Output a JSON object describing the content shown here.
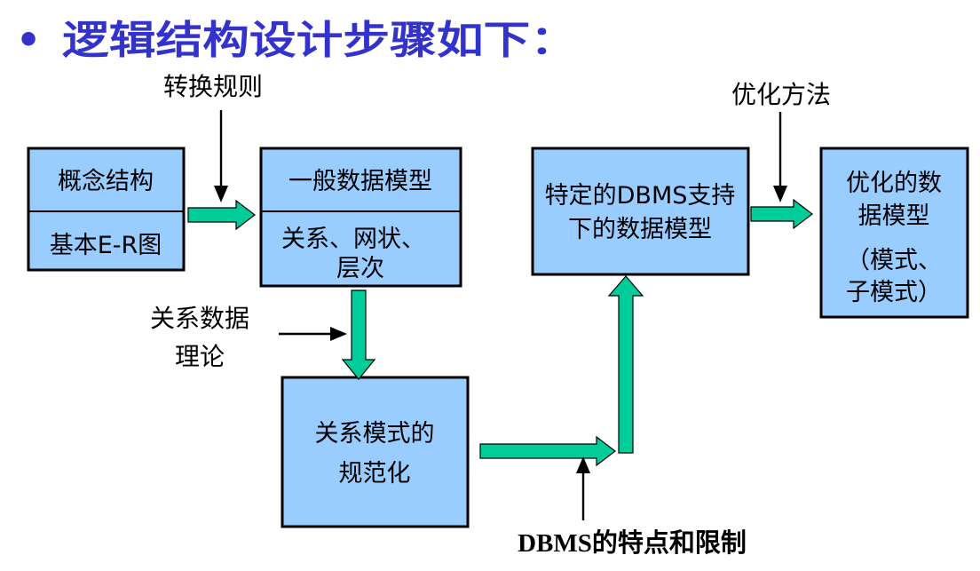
{
  "title": {
    "bullet": "•",
    "text": "逻辑结构设计步骤如下："
  },
  "labels": {
    "transform_rules": "转换规则",
    "optimize_method": "优化方法",
    "relational_theory": [
      "关系数据",
      "理论"
    ],
    "dbms_features": "DBMS的特点和限制"
  },
  "boxes": {
    "concept": {
      "top": "概念结构",
      "bottom": "基本E-R图"
    },
    "general": {
      "top": "一般数据模型",
      "bottom": [
        "关系、网状、",
        "层次"
      ]
    },
    "normalize": {
      "lines": [
        "关系模式的",
        "规范化"
      ]
    },
    "specific": {
      "lines": [
        "特定的DBMS支持",
        "下的数据模型"
      ]
    },
    "optimized": {
      "lines": [
        "优化的数",
        "据模型",
        "（模式、",
        "子模式）"
      ]
    }
  },
  "colors": {
    "title": "#3333CC",
    "box_fill": "#99CCFF",
    "flow_arrow": "#00CC99",
    "line": "#000000"
  }
}
